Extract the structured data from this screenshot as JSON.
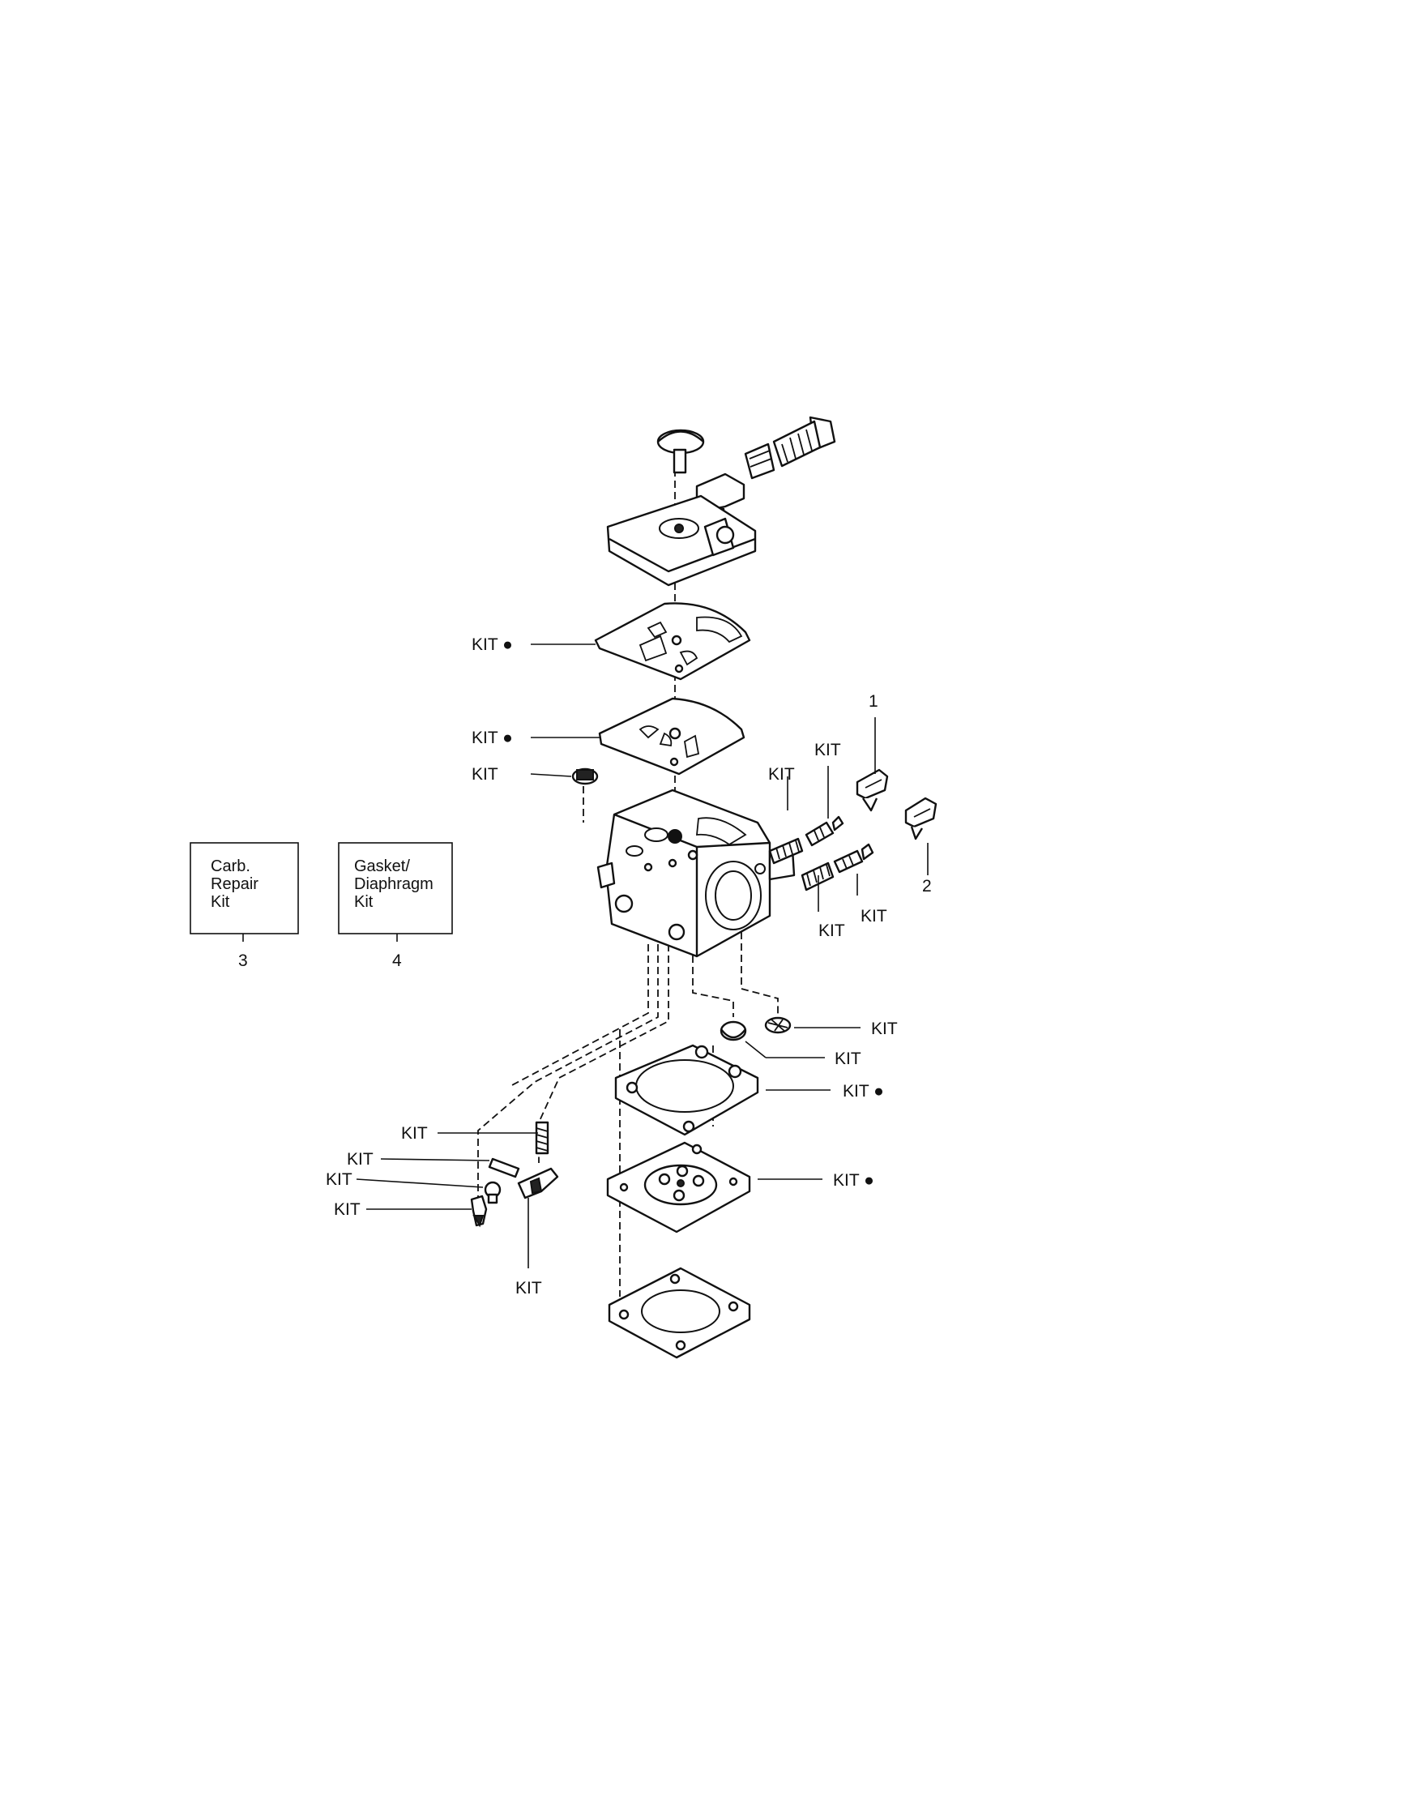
{
  "callouts": {
    "kit_dot": "KIT ●",
    "kit": "KIT",
    "kit_dot_right": "KIT ●"
  },
  "item_numbers": {
    "n1": "1",
    "n2": "2",
    "n3": "3",
    "n4": "4"
  },
  "kit_boxes": [
    {
      "line1": "Carb.",
      "line2": "Repair",
      "line3": "Kit"
    },
    {
      "line1": "Gasket/",
      "line2": "Diaphragm",
      "line3": "Kit"
    }
  ]
}
